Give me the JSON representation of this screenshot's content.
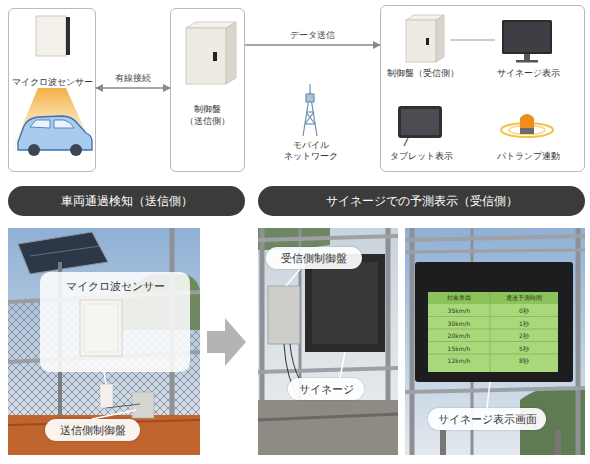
{
  "diagram": {
    "nodes": [
      {
        "text": [
          "マイクロ波センサー"
        ]
      },
      {
        "text": [
          "制御盤 （送信側）"
        ]
      },
      {
        "text": [
          "制御盤（受信側）",
          "サイネージ表示",
          "タブレット表示",
          "パトランプ連動"
        ]
      },
      {
        "text": [
          "車両通過検知（送信側）"
        ]
      },
      {
        "text": [
          "サイネージでの予測表示（受信側）"
        ]
      },
      {
        "text": [
          "マイクロ波センサー"
        ]
      },
      {
        "text": [
          "送信側制御盤"
        ]
      },
      {
        "text": [
          "受信側制御盤"
        ]
      },
      {
        "text": [
          "サイネージ"
        ]
      },
      {
        "text": [
          "サイネージ表示画面"
        ]
      }
    ],
    "edges": [
      {
        "from": 0,
        "to": 1,
        "arrow": "both",
        "label": "有線接続"
      },
      {
        "from": 1,
        "to": 2,
        "arrow": "to",
        "label": "データ送信"
      }
    ],
    "labels": [
      "モバイル ネットワーク",
      "対象車両",
      "通過予測時間",
      "35km/h",
      "0秒",
      "30km/h",
      "1秒",
      "20km/h",
      "2秒",
      "15km/h",
      "5秒",
      "12km/h",
      "8秒"
    ]
  }
}
